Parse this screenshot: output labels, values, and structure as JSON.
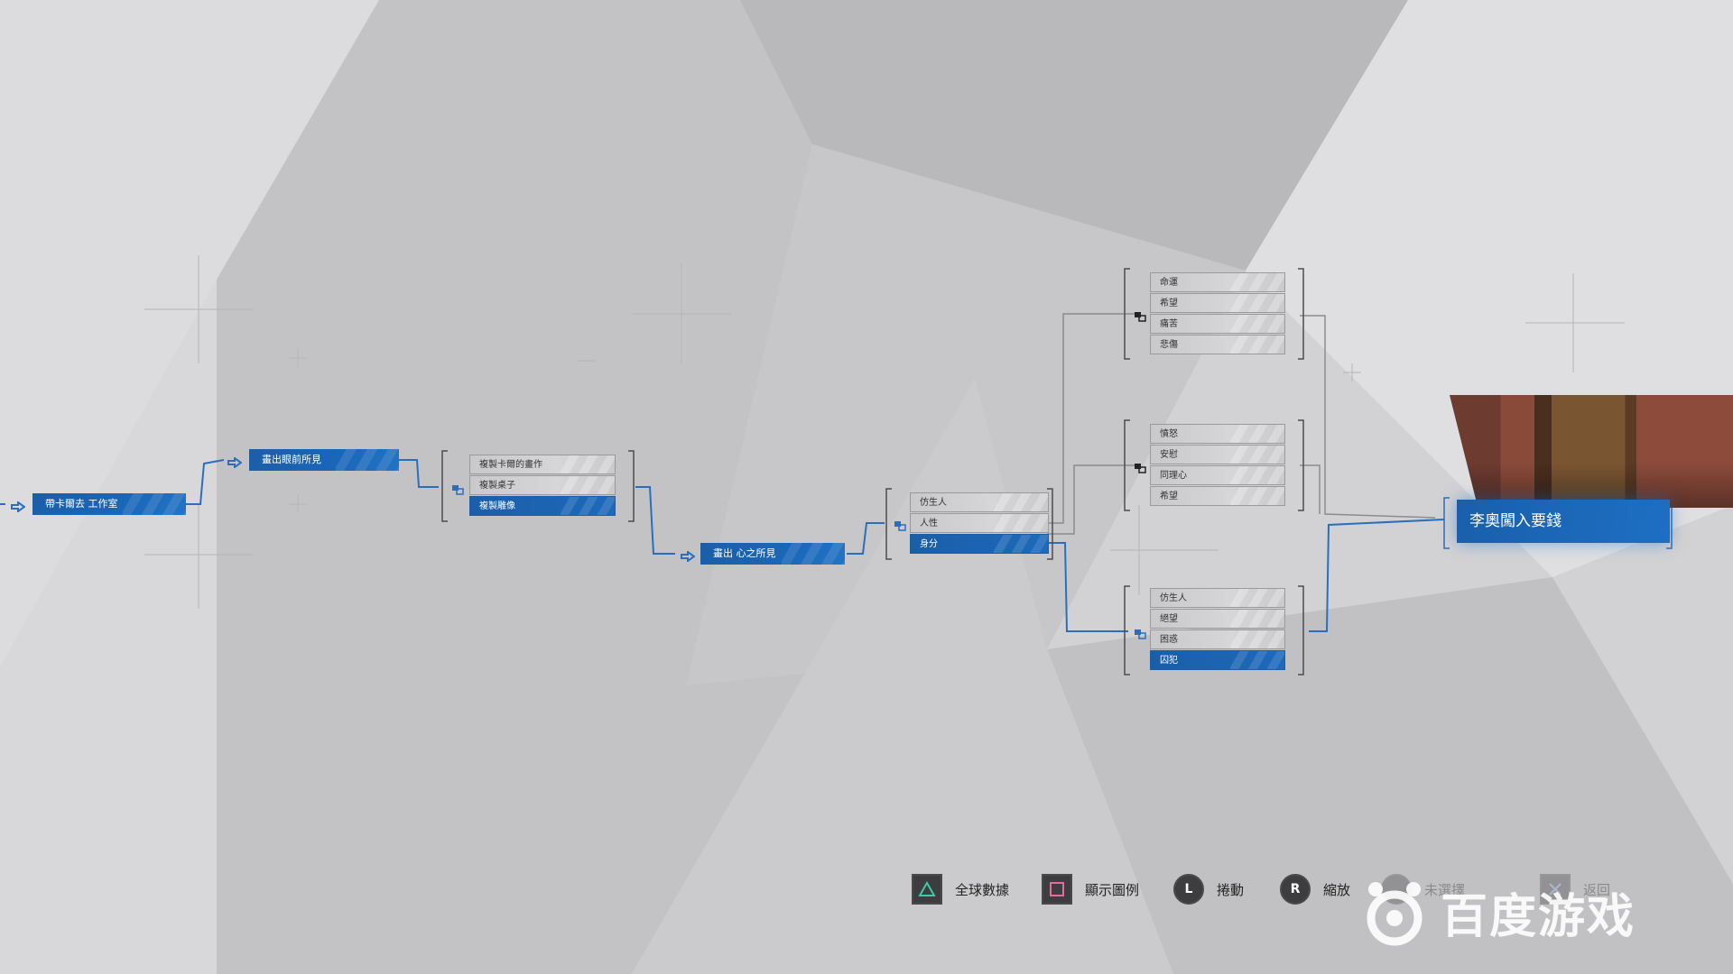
{
  "flowchart": {
    "chain": [
      {
        "label": "帶卡爾去 工作室"
      },
      {
        "label": "畫出眼前所見"
      },
      {
        "label": "畫出 心之所見"
      }
    ],
    "group1": [
      "複製卡爾的畫作",
      "複製桌子",
      "複製雕像"
    ],
    "group1_selected": 2,
    "group2": [
      "仿生人",
      "人性",
      "身分"
    ],
    "group2_selected": 2,
    "group3a": [
      "命運",
      "希望",
      "痛苦",
      "悲傷"
    ],
    "group3b": [
      "憤怒",
      "安慰",
      "同理心",
      "希望"
    ],
    "group3c": [
      "仿生人",
      "絕望",
      "困惑",
      "囚犯"
    ],
    "group3c_selected": 3,
    "ending_label": "李奧闖入要錢"
  },
  "controls": [
    {
      "label": "全球數據",
      "icon": "triangle-icon"
    },
    {
      "label": "顯示圖例",
      "icon": "square-icon"
    },
    {
      "label": "捲動",
      "icon": "left-stick-icon",
      "glyph": "L"
    },
    {
      "label": "縮放",
      "icon": "right-stick-icon",
      "glyph": "R"
    },
    {
      "label": "未選擇",
      "icon": "options-icon"
    },
    {
      "label": "返回",
      "icon": "cross-icon"
    }
  ],
  "watermark": {
    "text": "百度游戏"
  },
  "colors": {
    "accent": "#1b64b6",
    "background": "#cfcfd1"
  }
}
